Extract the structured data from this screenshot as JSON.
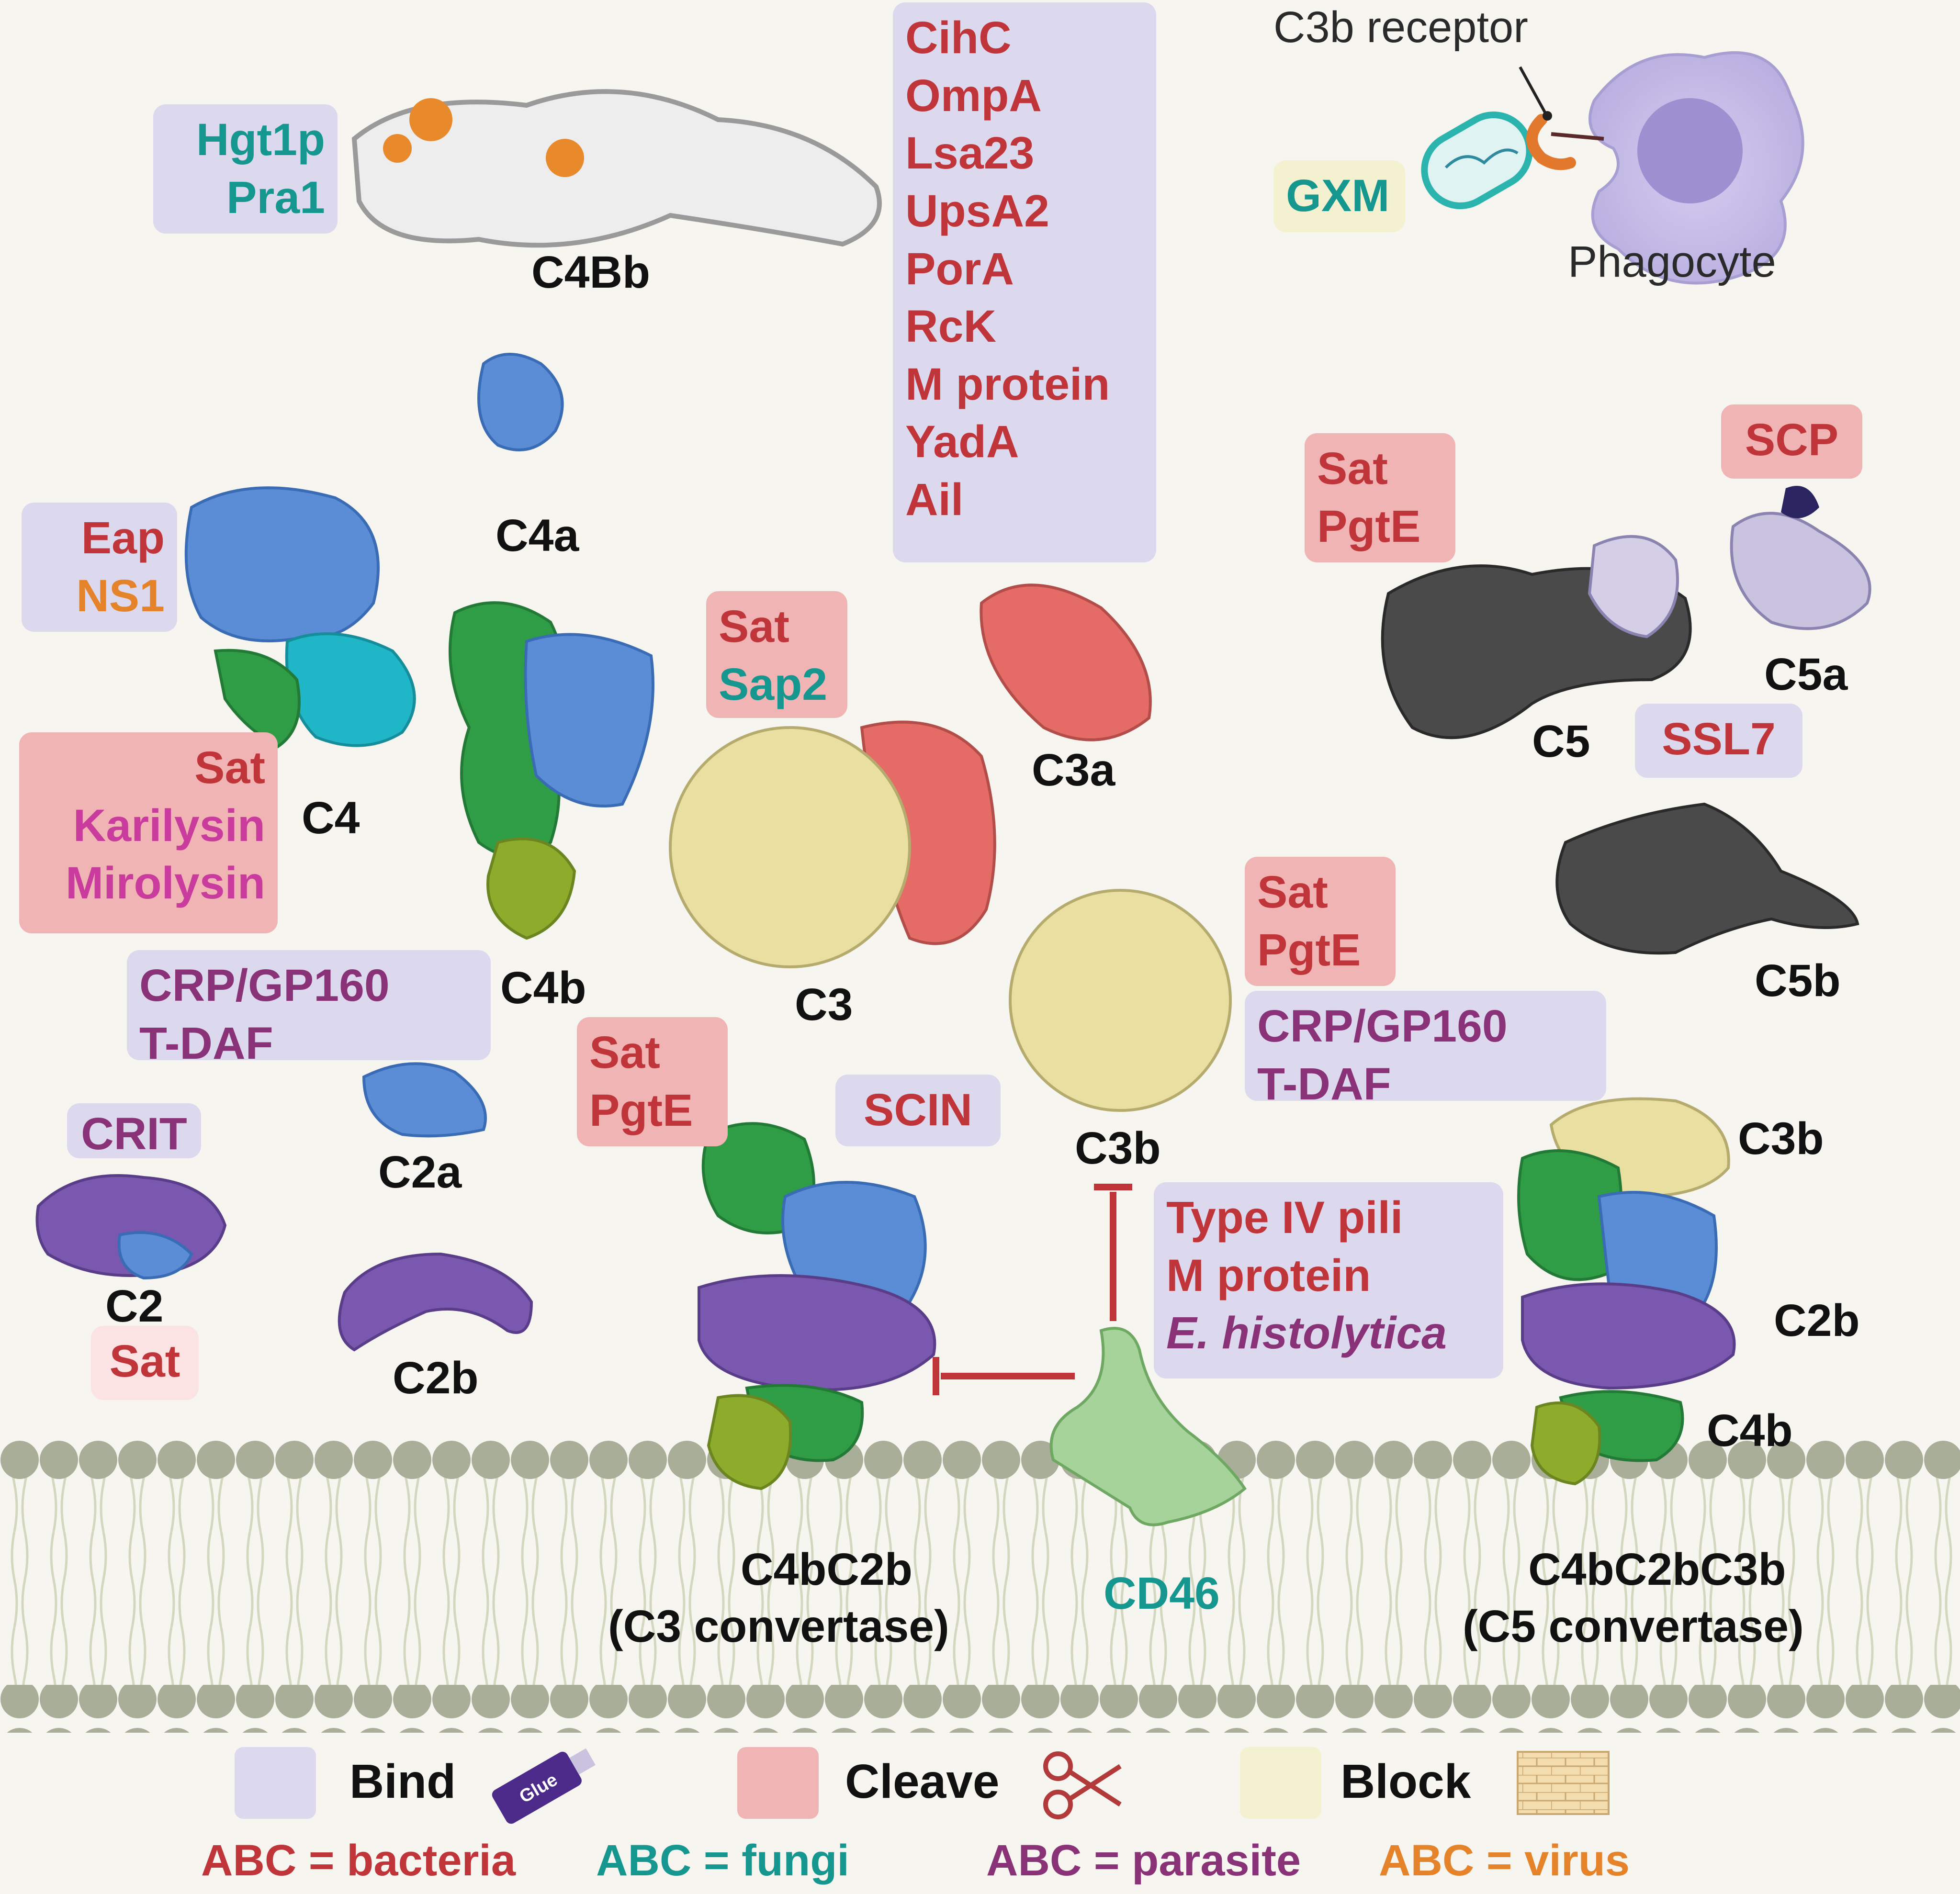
{
  "colors": {
    "bacteria": "#c0353a",
    "fungi": "#15978f",
    "parasite": "#8a3277",
    "virus": "#e5832a",
    "bind_box": "#dcd9ee",
    "cleave_box": "#f0b4b4",
    "block_box": "#f3f1cf",
    "c3_protein": "#e9dfa0",
    "c3a_protein": "#e46b66",
    "c4_blue": "#5b8dd6",
    "c4b_green": "#2f9d46",
    "c2_purple": "#7b58b0",
    "c5_dark": "#4a4a4a"
  },
  "proteins": {
    "c4bb": "C4Bb",
    "c4a": "C4a",
    "c4": "C4",
    "c4b": "C4b",
    "c3": "C3",
    "c3a": "C3a",
    "c3b": "C3b",
    "c2": "C2",
    "c2a": "C2a",
    "c2b": "C2b",
    "c5": "C5",
    "c5a": "C5a",
    "c5b": "C5b",
    "cd46": "CD46",
    "c3_convertase_line1": "C4bC2b",
    "c3_convertase_line2": "(C3 convertase)",
    "c5_convertase_line1": "C4bC2bC3b",
    "c5_convertase_line2": "(C5 convertase)",
    "c5conv_c3b": "C3b",
    "c5conv_c2b": "C2b",
    "c5conv_c4b": "C4b"
  },
  "phagocyte": {
    "receptor_label": "C3b receptor",
    "cell_label": "Phagocyte",
    "gxm": "GXM"
  },
  "boxes": {
    "c4bb_binders": [
      "Hgt1p",
      "Pra1"
    ],
    "c3_binders": [
      "CihC",
      "OmpA",
      "Lsa23",
      "UpsA2",
      "PorA",
      "RcK",
      "M protein",
      "YadA",
      "Ail"
    ],
    "c4_binders": [
      "Eap",
      "NS1"
    ],
    "c4_cleavers": [
      "Sat",
      "Karilysin",
      "Mirolysin"
    ],
    "c3_cleavers": [
      "Sat",
      "Sap2"
    ],
    "c5_cleavers": [
      "Sat",
      "PgtE"
    ],
    "c5a_cleaver": "SCP",
    "c5_binder": "SSL7",
    "c3b_cleavers": [
      "Sat",
      "PgtE"
    ],
    "c3b_binders": [
      "CRP/GP160",
      "T-DAF"
    ],
    "c4b_binders": [
      "CRP/GP160",
      "T-DAF"
    ],
    "c2_binder": "CRIT",
    "c2_cleaver": "Sat",
    "c3conv_cleavers": [
      "Sat",
      "PgtE"
    ],
    "c3conv_binder": "SCIN",
    "cd46_binders": [
      "Type IV pili",
      "M protein",
      "E. histolytica"
    ]
  },
  "legend": {
    "bind": "Bind",
    "cleave": "Cleave",
    "block": "Block",
    "glue_text": "Glue",
    "key_bacteria": "ABC = bacteria",
    "key_fungi": "ABC = fungi",
    "key_parasite": "ABC = parasite",
    "key_virus": "ABC = virus"
  }
}
